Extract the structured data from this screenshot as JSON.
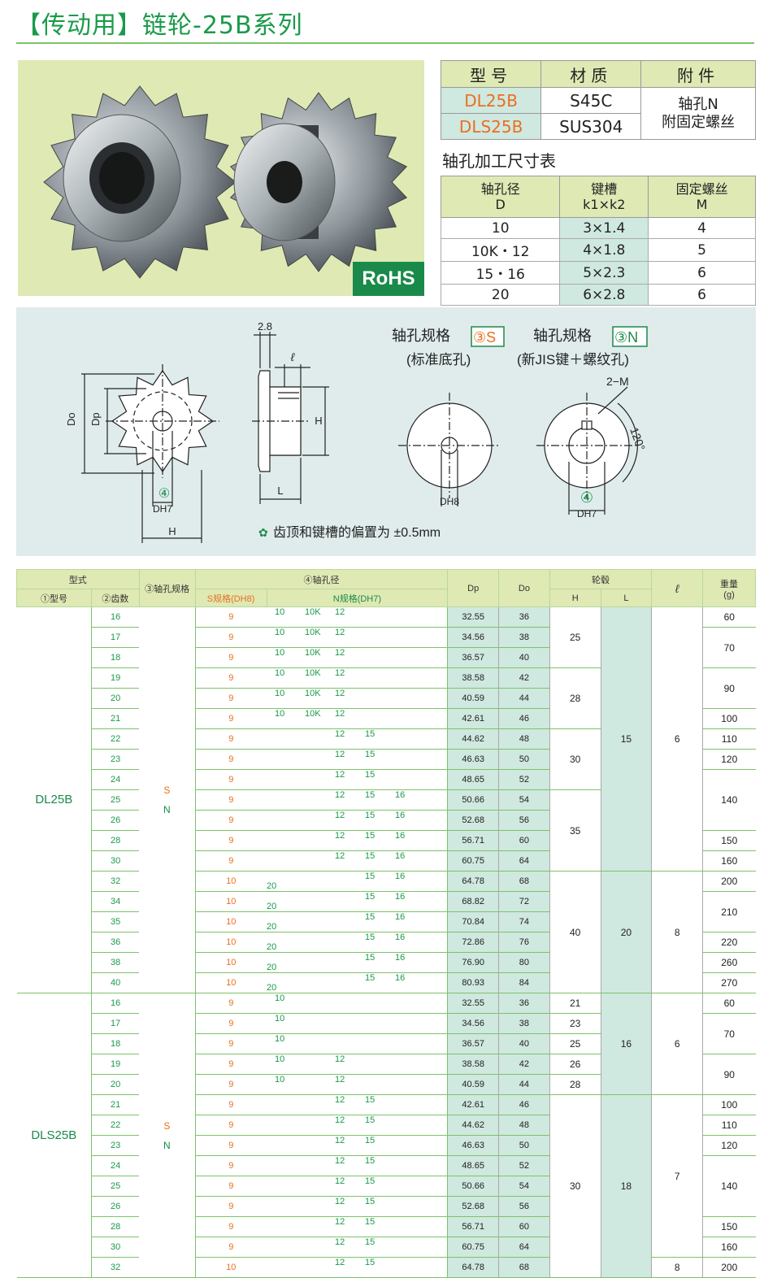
{
  "title": "【传动用】链轮-25B系列",
  "rohs": "RoHS",
  "spec": {
    "headers": [
      "型号",
      "材质",
      "附件"
    ],
    "rows": [
      {
        "model": "DL25B",
        "material": "S45C"
      },
      {
        "model": "DLS25B",
        "material": "SUS304"
      }
    ],
    "accessory_line1": "轴孔N",
    "accessory_line2": "附固定螺丝"
  },
  "bore_table": {
    "title": "轴孔加工尺寸表",
    "headers": [
      {
        "line1": "轴孔径",
        "line2": "D"
      },
      {
        "line1": "键槽",
        "line2": "k1×k2"
      },
      {
        "line1": "固定螺丝",
        "line2": "M"
      }
    ],
    "rows": [
      [
        "10",
        "3×1.4",
        "4"
      ],
      [
        "10K・12",
        "4×1.8",
        "5"
      ],
      [
        "15・16",
        "5×2.3",
        "6"
      ],
      [
        "20",
        "6×2.8",
        "6"
      ]
    ]
  },
  "diagram": {
    "label_do": "Do",
    "label_dp": "Dp",
    "label_circle4": "④",
    "label_dh7": "DH7",
    "label_h": "H",
    "label_28": "2.8",
    "label_ell": "ℓ",
    "label_l": "L",
    "label_h_side": "H",
    "s_title": "轴孔规格",
    "s_code": "③S",
    "s_sub": "(标准底孔)",
    "s_dh8": "DH8",
    "n_title": "轴孔规格",
    "n_code": "③N",
    "n_sub": "(新JIS键＋螺纹孔)",
    "n_2m": "2−M",
    "n_120": "120°",
    "n_circle4": "④",
    "n_dh7": "DH7",
    "note": "齿顶和键槽的偏置为 ±0.5mm"
  },
  "main_table": {
    "h_type": "型式",
    "h_model": "①型号",
    "h_teeth": "②齿数",
    "h_spec": "③轴孔规格",
    "h_bore": "④轴孔径",
    "h_s": "S规格(DH8)",
    "h_n": "N规格(DH7)",
    "h_dp": "Dp",
    "h_do": "Do",
    "h_hub": "轮毂",
    "h_hub_h": "H",
    "h_hub_l": "L",
    "h_ell": "ℓ",
    "h_weight": "重量",
    "h_weight_unit": "(g)",
    "dl25b": {
      "model": "DL25B",
      "spec_s": "S",
      "spec_n": "N",
      "rows": [
        {
          "t": "16",
          "s": "9",
          "n": [
            "10",
            "10K",
            "12",
            "",
            "",
            ""
          ],
          "dp": "32.55",
          "do": "36"
        },
        {
          "t": "17",
          "s": "9",
          "n": [
            "10",
            "10K",
            "12",
            "",
            "",
            ""
          ],
          "dp": "34.56",
          "do": "38"
        },
        {
          "t": "18",
          "s": "9",
          "n": [
            "10",
            "10K",
            "12",
            "",
            "",
            ""
          ],
          "dp": "36.57",
          "do": "40"
        },
        {
          "t": "19",
          "s": "9",
          "n": [
            "10",
            "10K",
            "12",
            "",
            "",
            ""
          ],
          "dp": "38.58",
          "do": "42"
        },
        {
          "t": "20",
          "s": "9",
          "n": [
            "10",
            "10K",
            "12",
            "",
            "",
            ""
          ],
          "dp": "40.59",
          "do": "44"
        },
        {
          "t": "21",
          "s": "9",
          "n": [
            "10",
            "10K",
            "12",
            "",
            "",
            ""
          ],
          "dp": "42.61",
          "do": "46"
        },
        {
          "t": "22",
          "s": "9",
          "n": [
            "",
            "",
            "12",
            "15",
            "",
            ""
          ],
          "dp": "44.62",
          "do": "48"
        },
        {
          "t": "23",
          "s": "9",
          "n": [
            "",
            "",
            "12",
            "15",
            "",
            ""
          ],
          "dp": "46.63",
          "do": "50"
        },
        {
          "t": "24",
          "s": "9",
          "n": [
            "",
            "",
            "12",
            "15",
            "",
            ""
          ],
          "dp": "48.65",
          "do": "52"
        },
        {
          "t": "25",
          "s": "9",
          "n": [
            "",
            "",
            "12",
            "15",
            "16",
            ""
          ],
          "dp": "50.66",
          "do": "54"
        },
        {
          "t": "26",
          "s": "9",
          "n": [
            "",
            "",
            "12",
            "15",
            "16",
            ""
          ],
          "dp": "52.68",
          "do": "56"
        },
        {
          "t": "28",
          "s": "9",
          "n": [
            "",
            "",
            "12",
            "15",
            "16",
            ""
          ],
          "dp": "56.71",
          "do": "60"
        },
        {
          "t": "30",
          "s": "9",
          "n": [
            "",
            "",
            "12",
            "15",
            "16",
            ""
          ],
          "dp": "60.75",
          "do": "64"
        },
        {
          "t": "32",
          "s": "10",
          "n": [
            "",
            "",
            "",
            "15",
            "16",
            "20"
          ],
          "dp": "64.78",
          "do": "68"
        },
        {
          "t": "34",
          "s": "10",
          "n": [
            "",
            "",
            "",
            "15",
            "16",
            "20"
          ],
          "dp": "68.82",
          "do": "72"
        },
        {
          "t": "35",
          "s": "10",
          "n": [
            "",
            "",
            "",
            "15",
            "16",
            "20"
          ],
          "dp": "70.84",
          "do": "74"
        },
        {
          "t": "36",
          "s": "10",
          "n": [
            "",
            "",
            "",
            "15",
            "16",
            "20"
          ],
          "dp": "72.86",
          "do": "76"
        },
        {
          "t": "38",
          "s": "10",
          "n": [
            "",
            "",
            "",
            "15",
            "16",
            "20"
          ],
          "dp": "76.90",
          "do": "80"
        },
        {
          "t": "40",
          "s": "10",
          "n": [
            "",
            "",
            "",
            "15",
            "16",
            "20"
          ],
          "dp": "80.93",
          "do": "84"
        }
      ],
      "h": [
        {
          "v": "25",
          "span": 3
        },
        {
          "v": "28",
          "span": 3
        },
        {
          "v": "30",
          "span": 3
        },
        {
          "v": "35",
          "span": 4
        },
        {
          "v": "40",
          "span": 6
        }
      ],
      "l": [
        {
          "v": "15",
          "span": 13
        },
        {
          "v": "20",
          "span": 6
        }
      ],
      "ell": [
        {
          "v": "6",
          "span": 13
        },
        {
          "v": "8",
          "span": 6
        }
      ],
      "w": [
        {
          "v": "60",
          "span": 1
        },
        {
          "v": "70",
          "span": 2
        },
        {
          "v": "90",
          "span": 2
        },
        {
          "v": "100",
          "span": 1
        },
        {
          "v": "110",
          "span": 1
        },
        {
          "v": "120",
          "span": 1
        },
        {
          "v": "140",
          "span": 3
        },
        {
          "v": "150",
          "span": 1
        },
        {
          "v": "160",
          "span": 1
        },
        {
          "v": "200",
          "span": 1
        },
        {
          "v": "210",
          "span": 2
        },
        {
          "v": "220",
          "span": 1
        },
        {
          "v": "260",
          "span": 1
        },
        {
          "v": "270",
          "span": 1
        }
      ]
    },
    "dls25b": {
      "model": "DLS25B",
      "spec_s": "S",
      "spec_n": "N",
      "rows": [
        {
          "t": "16",
          "s": "9",
          "n": [
            "10",
            "",
            "",
            "",
            "",
            ""
          ],
          "dp": "32.55",
          "do": "36"
        },
        {
          "t": "17",
          "s": "9",
          "n": [
            "10",
            "",
            "",
            "",
            "",
            ""
          ],
          "dp": "34.56",
          "do": "38"
        },
        {
          "t": "18",
          "s": "9",
          "n": [
            "10",
            "",
            "",
            "",
            "",
            ""
          ],
          "dp": "36.57",
          "do": "40"
        },
        {
          "t": "19",
          "s": "9",
          "n": [
            "10",
            "",
            "12",
            "",
            "",
            ""
          ],
          "dp": "38.58",
          "do": "42"
        },
        {
          "t": "20",
          "s": "9",
          "n": [
            "10",
            "",
            "12",
            "",
            "",
            ""
          ],
          "dp": "40.59",
          "do": "44"
        },
        {
          "t": "21",
          "s": "9",
          "n": [
            "",
            "",
            "12",
            "15",
            "",
            ""
          ],
          "dp": "42.61",
          "do": "46"
        },
        {
          "t": "22",
          "s": "9",
          "n": [
            "",
            "",
            "12",
            "15",
            "",
            ""
          ],
          "dp": "44.62",
          "do": "48"
        },
        {
          "t": "23",
          "s": "9",
          "n": [
            "",
            "",
            "12",
            "15",
            "",
            ""
          ],
          "dp": "46.63",
          "do": "50"
        },
        {
          "t": "24",
          "s": "9",
          "n": [
            "",
            "",
            "12",
            "15",
            "",
            ""
          ],
          "dp": "48.65",
          "do": "52"
        },
        {
          "t": "25",
          "s": "9",
          "n": [
            "",
            "",
            "12",
            "15",
            "",
            ""
          ],
          "dp": "50.66",
          "do": "54"
        },
        {
          "t": "26",
          "s": "9",
          "n": [
            "",
            "",
            "12",
            "15",
            "",
            ""
          ],
          "dp": "52.68",
          "do": "56"
        },
        {
          "t": "28",
          "s": "9",
          "n": [
            "",
            "",
            "12",
            "15",
            "",
            ""
          ],
          "dp": "56.71",
          "do": "60"
        },
        {
          "t": "30",
          "s": "9",
          "n": [
            "",
            "",
            "12",
            "15",
            "",
            ""
          ],
          "dp": "60.75",
          "do": "64"
        },
        {
          "t": "32",
          "s": "10",
          "n": [
            "",
            "",
            "12",
            "15",
            "",
            ""
          ],
          "dp": "64.78",
          "do": "68"
        }
      ],
      "h": [
        {
          "v": "21",
          "span": 1
        },
        {
          "v": "23",
          "span": 1
        },
        {
          "v": "25",
          "span": 1
        },
        {
          "v": "26",
          "span": 1
        },
        {
          "v": "28",
          "span": 1
        },
        {
          "v": "30",
          "span": 9
        }
      ],
      "l": [
        {
          "v": "16",
          "span": 5
        },
        {
          "v": "18",
          "span": 9
        }
      ],
      "ell": [
        {
          "v": "6",
          "span": 5
        },
        {
          "v": "7",
          "span": 8
        },
        {
          "v": "8",
          "span": 1
        }
      ],
      "w": [
        {
          "v": "60",
          "span": 1
        },
        {
          "v": "70",
          "span": 2
        },
        {
          "v": "90",
          "span": 2
        },
        {
          "v": "100",
          "span": 1
        },
        {
          "v": "110",
          "span": 1
        },
        {
          "v": "120",
          "span": 1
        },
        {
          "v": "140",
          "span": 3
        },
        {
          "v": "150",
          "span": 1
        },
        {
          "v": "160",
          "span": 1
        },
        {
          "v": "200",
          "span": 1
        }
      ]
    }
  }
}
